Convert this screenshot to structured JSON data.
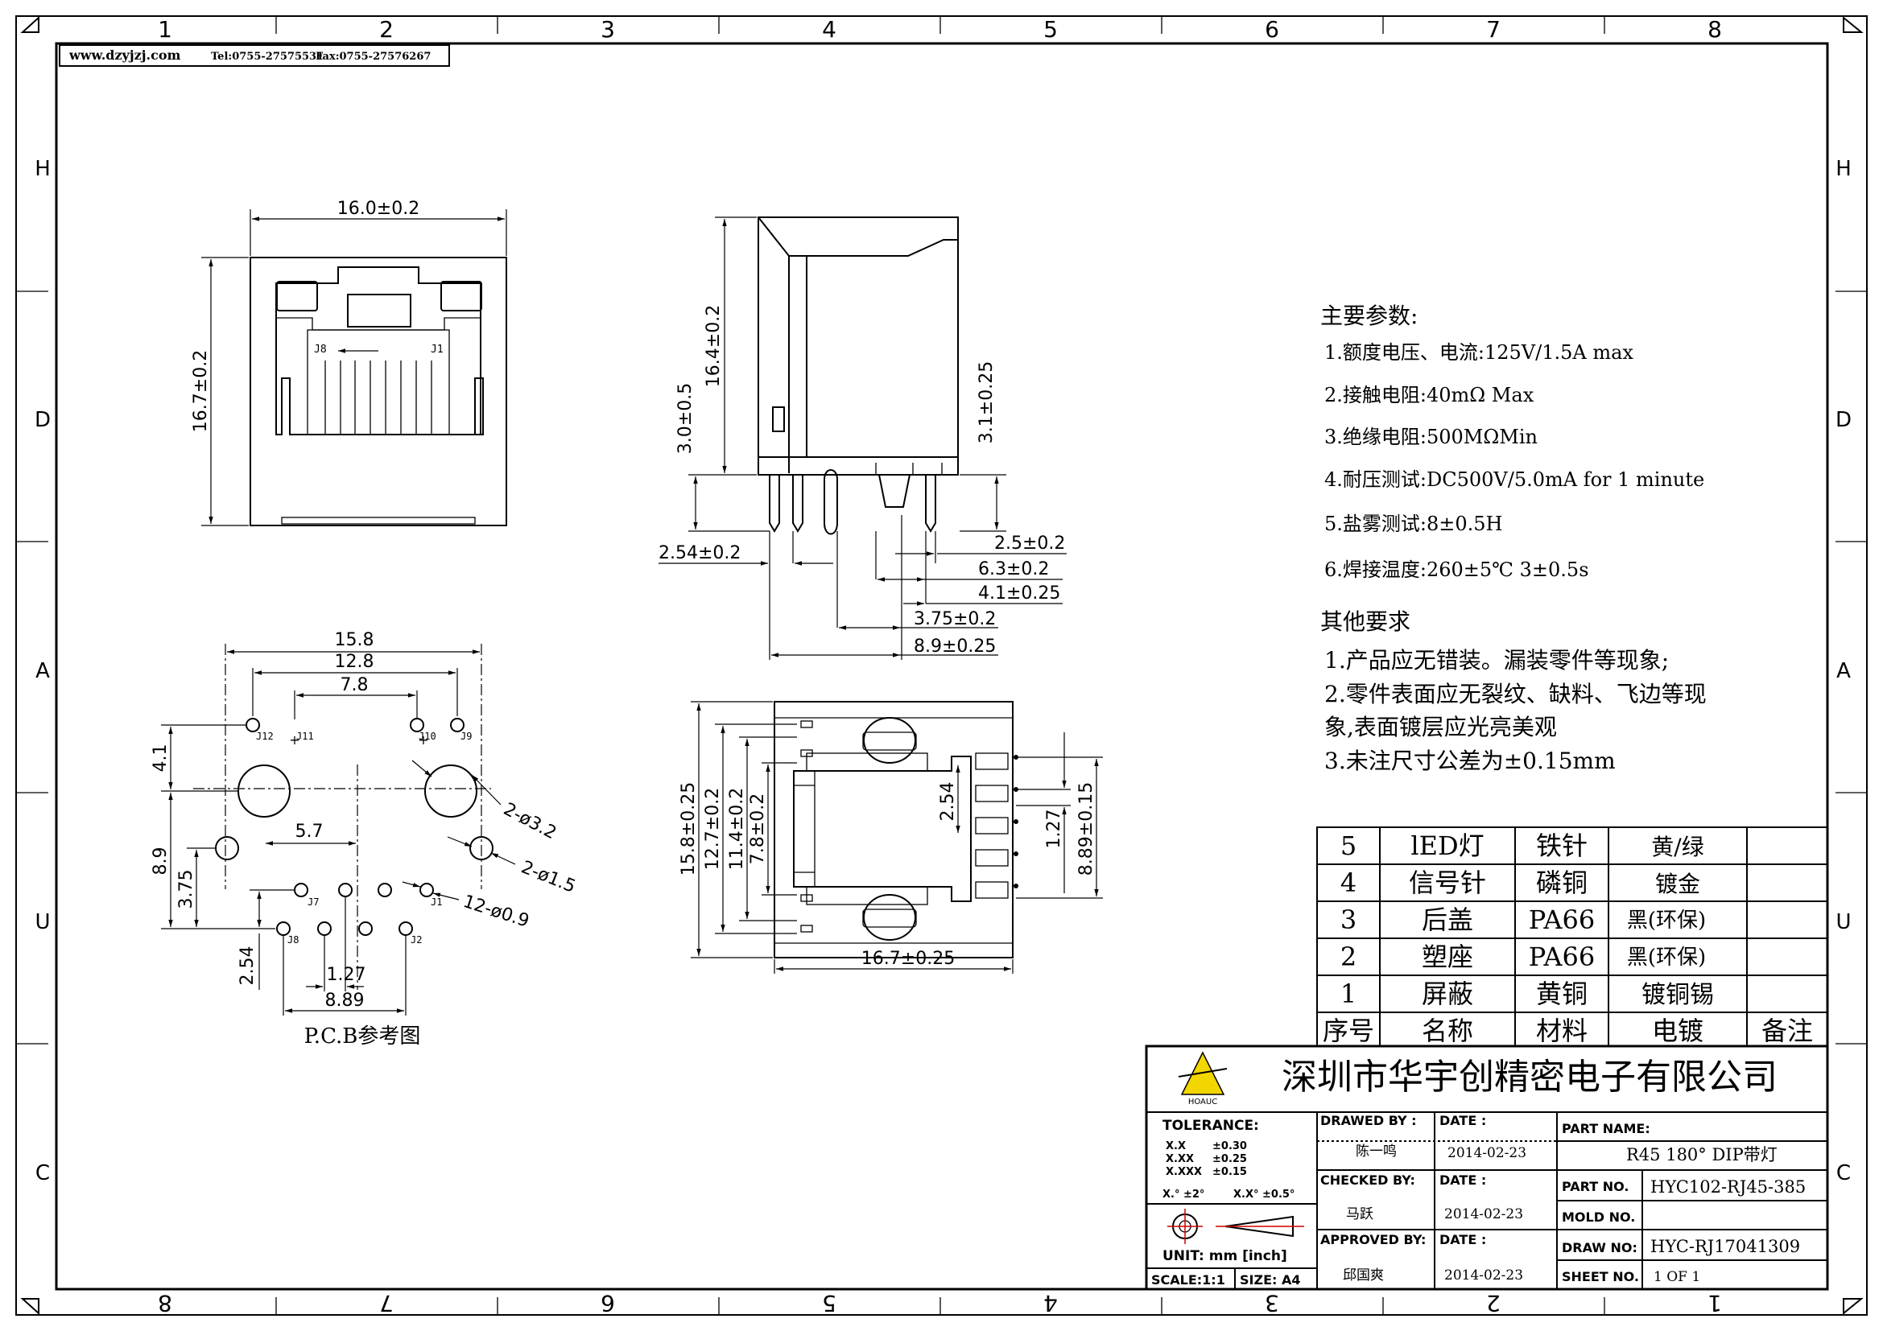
{
  "frame": {
    "top_numbers": [
      "1",
      "2",
      "3",
      "4",
      "5",
      "6",
      "7",
      "8"
    ],
    "bottom_numbers": [
      "8",
      "7",
      "6",
      "5",
      "4",
      "3",
      "2",
      "1"
    ],
    "side_letters": [
      "H",
      "D",
      "A",
      "U",
      "C"
    ]
  },
  "header": {
    "website": "www.dzyjzj.com",
    "tel": "Tel:0755-27575531",
    "fax": "Fax:0755-27576267"
  },
  "front_view": {
    "width_dim": "16.0±0.2",
    "height_dim": "16.7±0.2",
    "pin_left": "J8",
    "pin_right": "J1"
  },
  "side_view": {
    "dims": {
      "total_height": "16.4±0.2",
      "leg_height": "3.0±0.5",
      "right_height": "3.1±0.25",
      "a": "2.5±0.2",
      "b": "2.54±0.2",
      "c": "6.3±0.2",
      "d": "4.1±0.25",
      "e": "3.75±0.2",
      "f": "8.9±0.25"
    }
  },
  "pcb_view": {
    "title": "P.C.B参考图",
    "dims": {
      "w1": "15.8",
      "w2": "12.8",
      "w3": "7.8",
      "w4": "5.7",
      "h1": "4.1",
      "h2": "8.9",
      "h3": "3.75",
      "h4": "2.54",
      "p1": "1.27",
      "p2": "8.89"
    },
    "callouts": [
      "2-ø3.2",
      "2-ø1.5",
      "12-ø0.9"
    ],
    "pins": [
      "J12",
      "J11",
      "J10",
      "J9",
      "J7",
      "J1",
      "J8",
      "J2"
    ]
  },
  "top_view": {
    "dims": {
      "h1": "15.8±0.25",
      "h2": "12.7±0.2",
      "h3": "11.4±0.2",
      "h4": "7.8±0.2",
      "w": "16.7±0.25",
      "r1": "2.54",
      "r2": "1.27",
      "r3": "8.89±0.15"
    }
  },
  "params": {
    "title": "主要参数:",
    "items": [
      "1.额度电压、电流:125V/1.5A max",
      "2.接触电阻:40mΩ  Max",
      "3.绝缘电阻:500MΩMin",
      "4.耐压测试:DC500V/5.0mA for 1 minute",
      "5.盐雾测试:8±0.5H",
      "6.焊接温度:260±5℃ 3±0.5s"
    ],
    "other_title": "其他要求",
    "other_items": [
      "1.产品应无错装。漏装零件等现象;",
      "2.零件表面应无裂纹、缺料、飞边等现",
      "象,表面镀层应光亮美观",
      "3.未注尺寸公差为±0.15mm"
    ]
  },
  "bom": {
    "rows": [
      [
        "5",
        "lED灯",
        "铁针",
        "黄/绿",
        ""
      ],
      [
        "4",
        "信号针",
        "磷铜",
        "镀金",
        ""
      ],
      [
        "3",
        "后盖",
        "PA66",
        "黑(环保)",
        ""
      ],
      [
        "2",
        "塑座",
        "PA66",
        "黑(环保)",
        ""
      ],
      [
        "1",
        "屏蔽",
        "黄铜",
        "镀铜锡",
        ""
      ]
    ],
    "headers": [
      "序号",
      "名称",
      "材料",
      "电镀",
      "备注"
    ]
  },
  "title_block": {
    "company": "深圳市华宇创精密电子有限公司",
    "logo_text": "HOAUC",
    "tolerance_label": "TOLERANCE:",
    "tol_rows": [
      [
        "X.X",
        "±0.30"
      ],
      [
        "X.XX",
        "±0.25"
      ],
      [
        "X.XXX",
        "±0.15"
      ]
    ],
    "angle_1": "X.° ±2°",
    "angle_2": "X.X° ±0.5°",
    "unit": "UNIT:  mm  [inch]",
    "scale": "SCALE:1:1",
    "size": "SIZE: A4",
    "drawed_by_label": "DRAWED BY :",
    "drawed_by": "陈一鸣",
    "checked_by_label": "CHECKED BY:",
    "checked_by": "马跃",
    "approved_by_label": "APPROVED BY:",
    "approved_by": "邱国爽",
    "date_label": "DATE :",
    "date1": "2014-02-23",
    "date2": "2014-02-23",
    "date3": "2014-02-23",
    "part_name_label": "PART NAME:",
    "part_name": "R45 180° DIP带灯",
    "part_no_label": "PART NO.",
    "part_no": "HYC102-RJ45-385",
    "mold_no_label": "MOLD NO.",
    "mold_no": "",
    "draw_no_label": "DRAW NO:",
    "draw_no": "HYC-RJ17041309",
    "sheet_no_label": "SHEET NO.",
    "sheet_no": "1 OF 1"
  }
}
